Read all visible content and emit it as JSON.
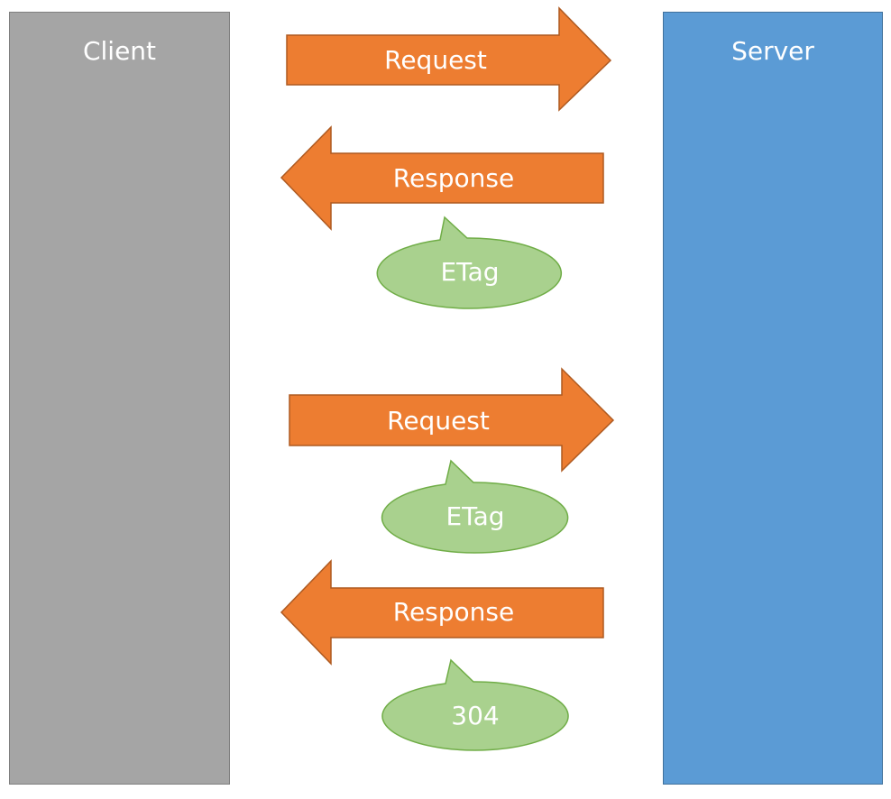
{
  "client": {
    "title": "Client"
  },
  "server": {
    "title": "Server"
  },
  "messages": [
    {
      "label": "Request",
      "direction": "right"
    },
    {
      "label": "Response",
      "direction": "left",
      "tag": "ETag"
    },
    {
      "label": "Request",
      "direction": "right",
      "tag": "ETag"
    },
    {
      "label": "Response",
      "direction": "left",
      "tag": "304"
    }
  ],
  "colors": {
    "client_fill": "#a5a5a5",
    "server_fill": "#5b9bd5",
    "arrow_fill": "#ed7d31",
    "callout_fill": "#a9d18e"
  }
}
